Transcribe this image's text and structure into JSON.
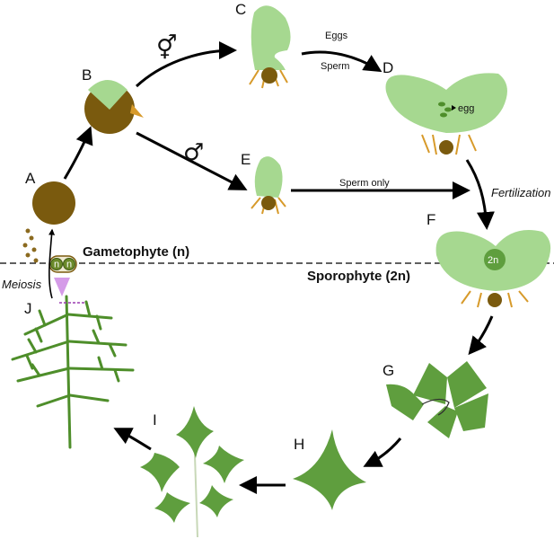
{
  "stages": {
    "a": "A",
    "b": "B",
    "c": "C",
    "d": "D",
    "e": "E",
    "f": "F",
    "g": "G",
    "h": "H",
    "i": "I",
    "j": "J"
  },
  "labels": {
    "eggs": "Eggs",
    "sperm": "Sperm",
    "sperm_only": "Sperm only",
    "fertilization": "Fertilization",
    "meiosis": "Meiosis",
    "egg": "egg",
    "two_n": "2n",
    "n": "n",
    "gametophyte": "Gametophyte (n)",
    "sporophyte": "Sporophyte (2n)",
    "hermaphrodite_symbol": "⚥",
    "male_symbol": "♂"
  },
  "colors": {
    "gametophyte_green": "#a6d890",
    "sporophyte_green": "#5f9e3e",
    "fern_green": "#4e8e2a",
    "spore_brown": "#7a5a0e",
    "rhizoid_orange": "#d79a2a",
    "meiosis_violet": "#d59be8"
  }
}
